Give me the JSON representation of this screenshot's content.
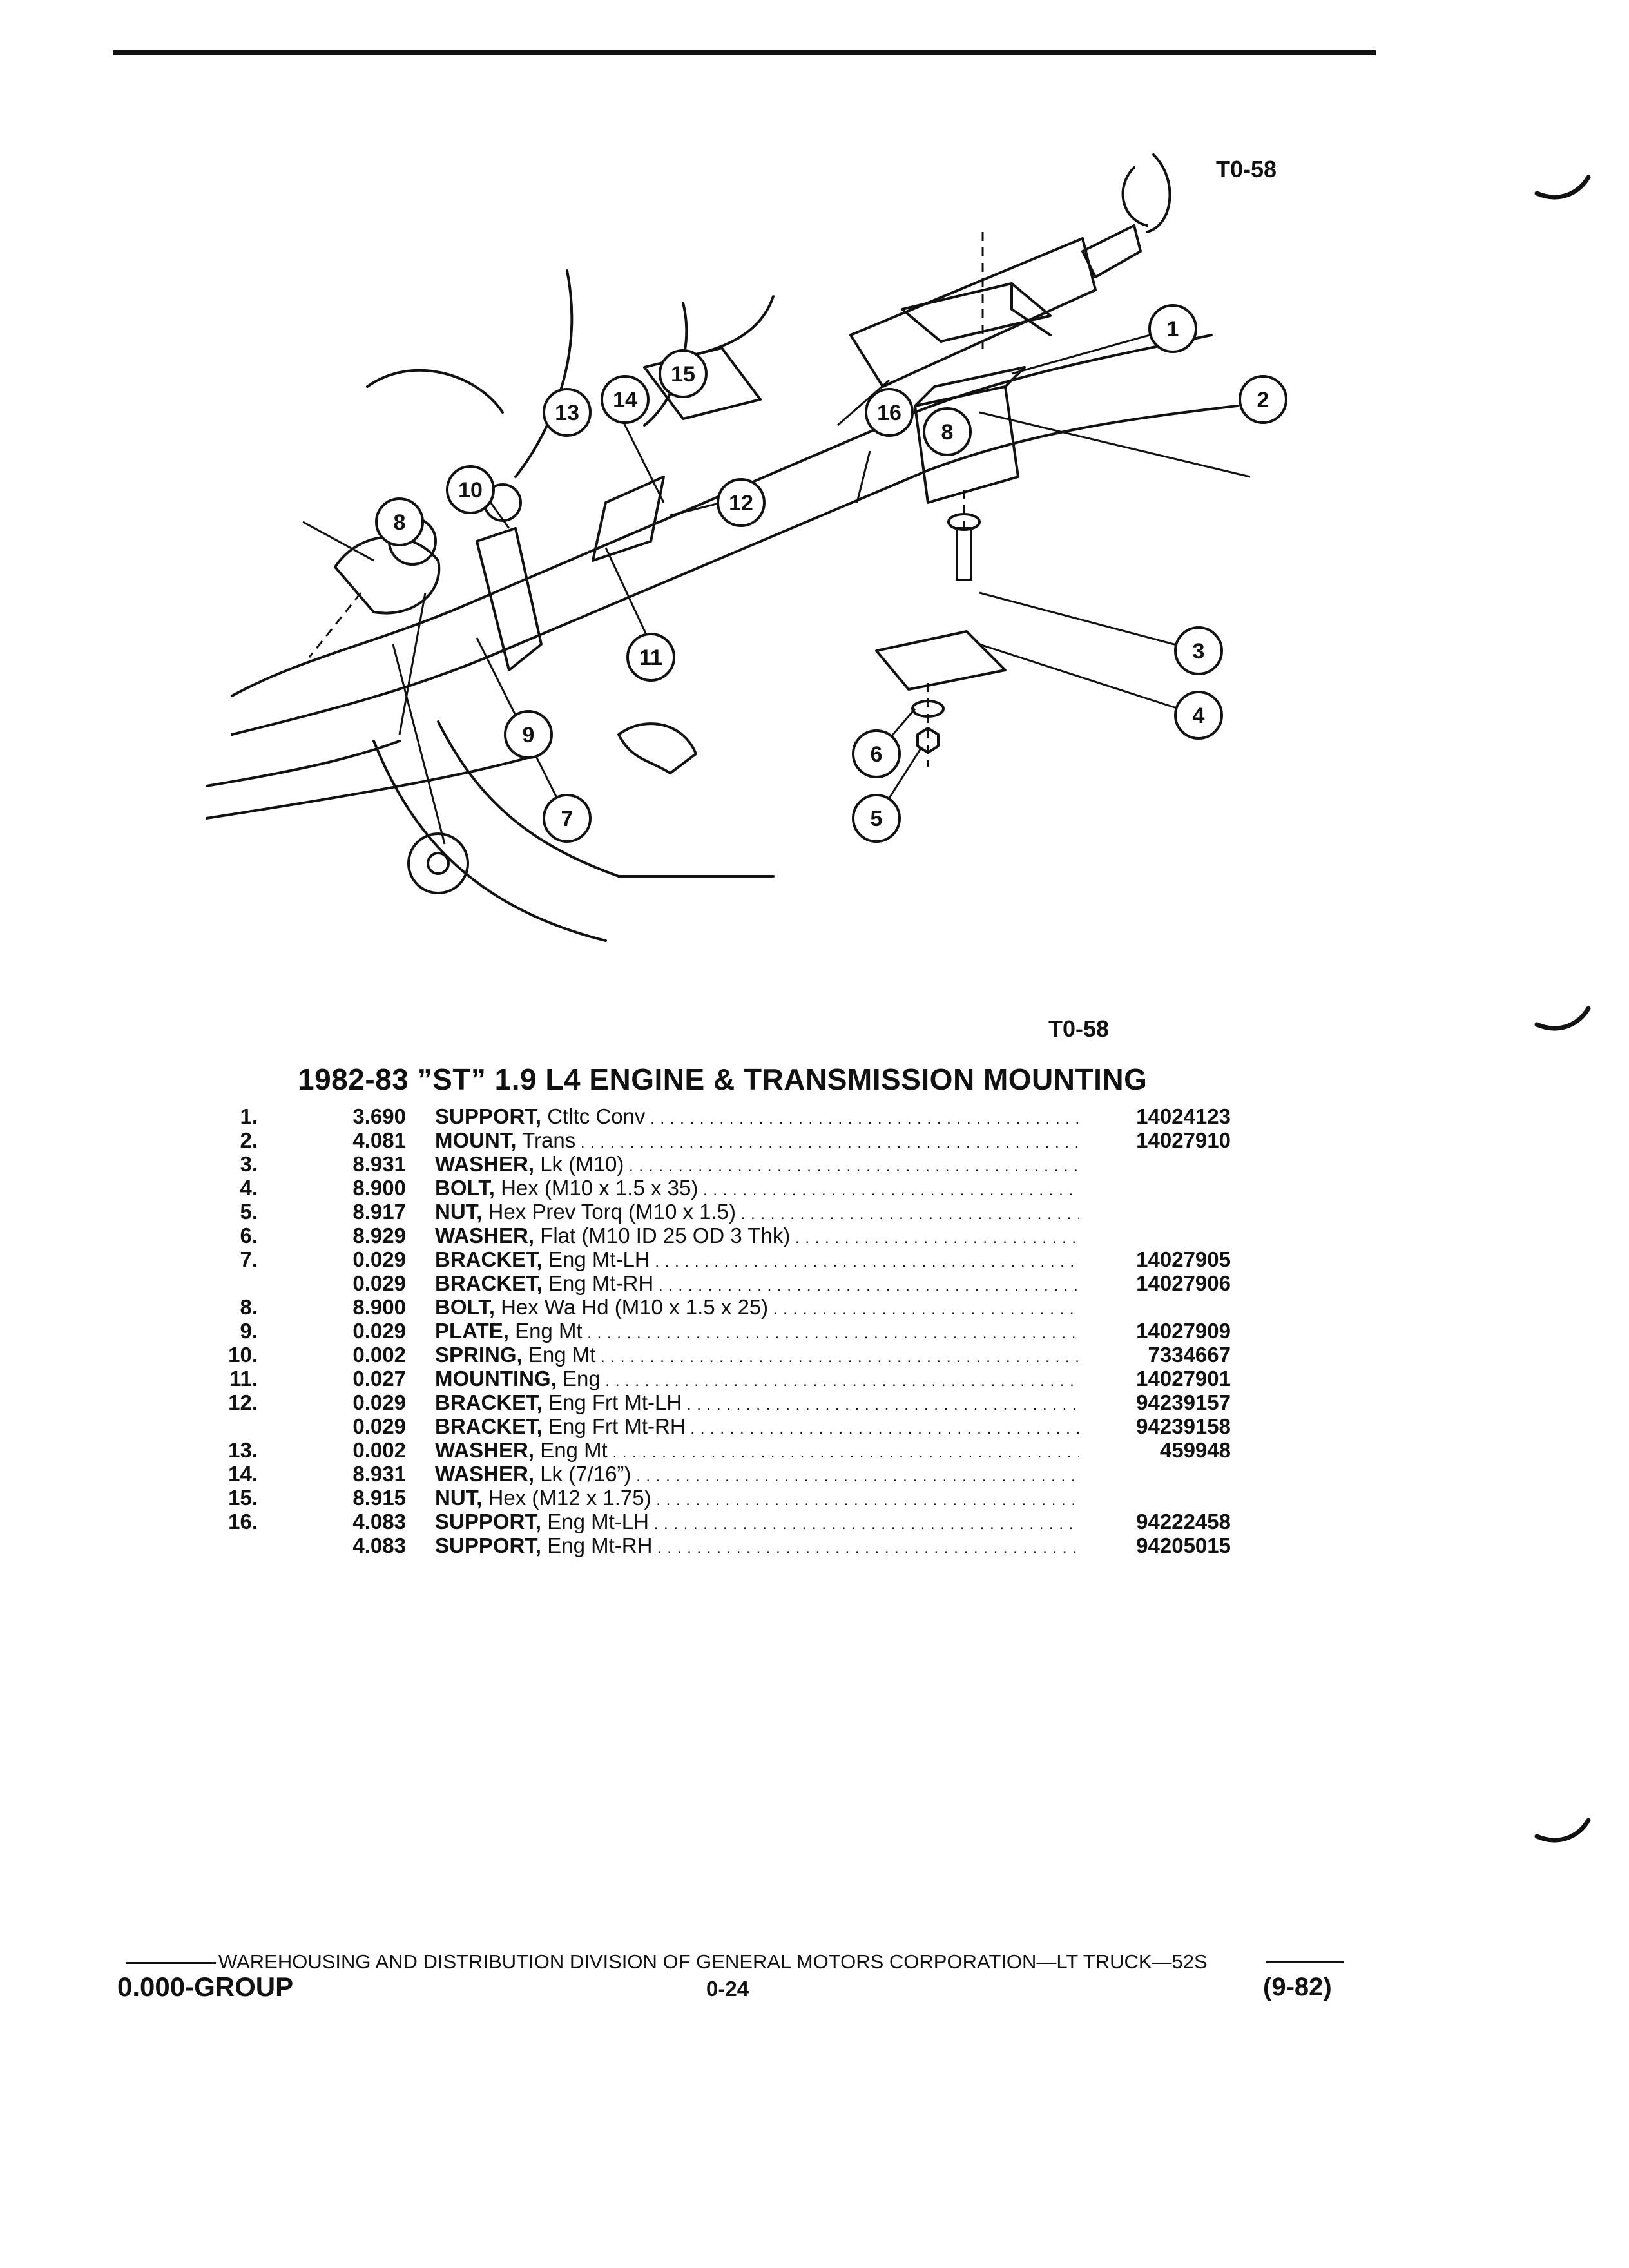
{
  "figure_code": "T0-58",
  "title": "1982-83 ”ST” 1.9 L4 ENGINE & TRANSMISSION MOUNTING",
  "callouts": [
    "1",
    "2",
    "3",
    "4",
    "5",
    "6",
    "7",
    "8",
    "8",
    "9",
    "10",
    "11",
    "12",
    "13",
    "14",
    "15",
    "16"
  ],
  "parts": [
    {
      "num": "1.",
      "qty": "3.690",
      "name": "SUPPORT,",
      "spec": "Ctltc Conv",
      "part": "14024123"
    },
    {
      "num": "2.",
      "qty": "4.081",
      "name": "MOUNT,",
      "spec": "Trans",
      "part": "14027910"
    },
    {
      "num": "3.",
      "qty": "8.931",
      "name": "WASHER,",
      "spec": "Lk (M10)",
      "part": ""
    },
    {
      "num": "4.",
      "qty": "8.900",
      "name": "BOLT,",
      "spec": "Hex (M10 x 1.5 x 35)",
      "part": ""
    },
    {
      "num": "5.",
      "qty": "8.917",
      "name": "NUT,",
      "spec": "Hex Prev Torq (M10 x 1.5)",
      "part": ""
    },
    {
      "num": "6.",
      "qty": "8.929",
      "name": "WASHER,",
      "spec": "Flat (M10 ID 25 OD 3 Thk)",
      "part": ""
    },
    {
      "num": "7.",
      "qty": "0.029",
      "name": "BRACKET,",
      "spec": "Eng Mt-LH",
      "part": "14027905"
    },
    {
      "num": "",
      "qty": "0.029",
      "name": "BRACKET,",
      "spec": "Eng Mt-RH",
      "part": "14027906"
    },
    {
      "num": "8.",
      "qty": "8.900",
      "name": "BOLT,",
      "spec": "Hex Wa Hd (M10 x 1.5 x 25)",
      "part": ""
    },
    {
      "num": "9.",
      "qty": "0.029",
      "name": "PLATE,",
      "spec": "Eng Mt",
      "part": "14027909"
    },
    {
      "num": "10.",
      "qty": "0.002",
      "name": "SPRING,",
      "spec": "Eng Mt",
      "part": "7334667"
    },
    {
      "num": "11.",
      "qty": "0.027",
      "name": "MOUNTING,",
      "spec": "Eng",
      "part": "14027901"
    },
    {
      "num": "12.",
      "qty": "0.029",
      "name": "BRACKET,",
      "spec": "Eng Frt Mt-LH",
      "part": "94239157"
    },
    {
      "num": "",
      "qty": "0.029",
      "name": "BRACKET,",
      "spec": "Eng Frt Mt-RH",
      "part": "94239158"
    },
    {
      "num": "13.",
      "qty": "0.002",
      "name": "WASHER,",
      "spec": "Eng Mt",
      "part": "459948"
    },
    {
      "num": "14.",
      "qty": "8.931",
      "name": "WASHER,",
      "spec": "Lk (7/16”)",
      "part": ""
    },
    {
      "num": "15.",
      "qty": "8.915",
      "name": "NUT,",
      "spec": "Hex (M12 x 1.75)",
      "part": ""
    },
    {
      "num": "16.",
      "qty": "4.083",
      "name": "SUPPORT,",
      "spec": "Eng Mt-LH",
      "part": "94222458"
    },
    {
      "num": "",
      "qty": "4.083",
      "name": "SUPPORT,",
      "spec": "Eng Mt-RH",
      "part": "94205015"
    }
  ],
  "footer": {
    "division": "WAREHOUSING AND DISTRIBUTION  DIVISION OF GENERAL MOTORS CORPORATION—LT TRUCK—52S",
    "group": "0.000-GROUP",
    "page": "0-24",
    "revision": "(9-82)"
  }
}
